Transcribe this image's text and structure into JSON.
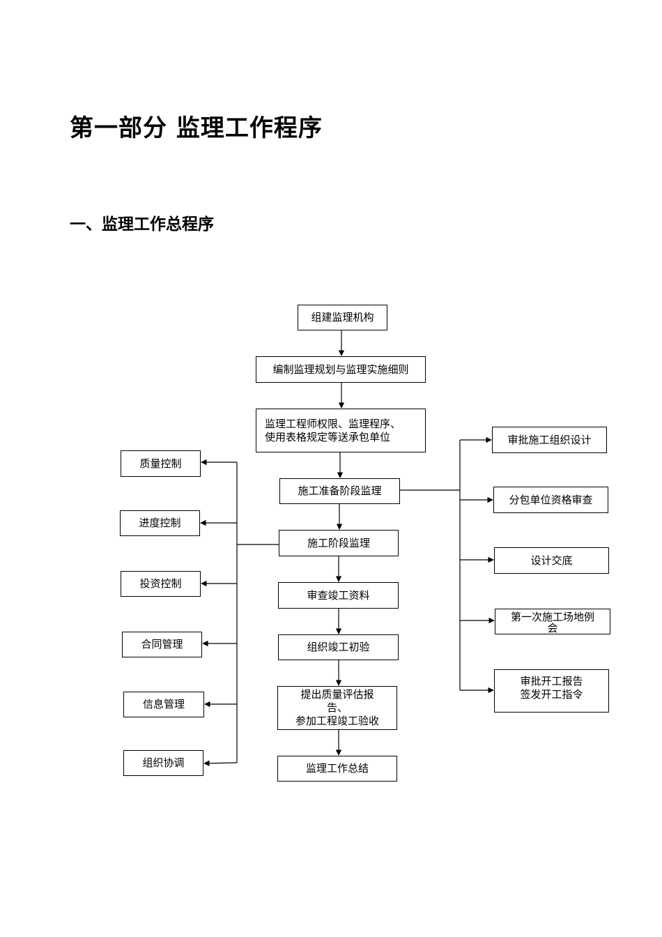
{
  "heading": "第一部分  监理工作程序",
  "subheading": "一、监理工作总程序",
  "flow": {
    "n1": "组建监理机构",
    "n2": "编制监理规划与监理实施细则",
    "n3_l1": "监理工程师权限、监理程序、",
    "n3_l2": "使用表格规定等送承包单位",
    "n4": "施工准备阶段监理",
    "n5": "施工阶段监理",
    "n6": "审查竣工资料",
    "n7": "组织竣工初验",
    "n8_l1": "提出质量评估报",
    "n8_l2": "告、",
    "n8_l3": "参加工程竣工验收",
    "n9": "监理工作总结"
  },
  "left_items": [
    "质量控制",
    "进度控制",
    "投资控制",
    "合同管理",
    "信息管理",
    "组织协调"
  ],
  "right_items": {
    "r1": "审批施工组织设计",
    "r2": "分包单位资格审查",
    "r3": "设计交底",
    "r4_l1": "第一次施工场地例",
    "r4_l2": "会",
    "r5_l1": "审批开工报告",
    "r5_l2": "签发开工指令"
  }
}
